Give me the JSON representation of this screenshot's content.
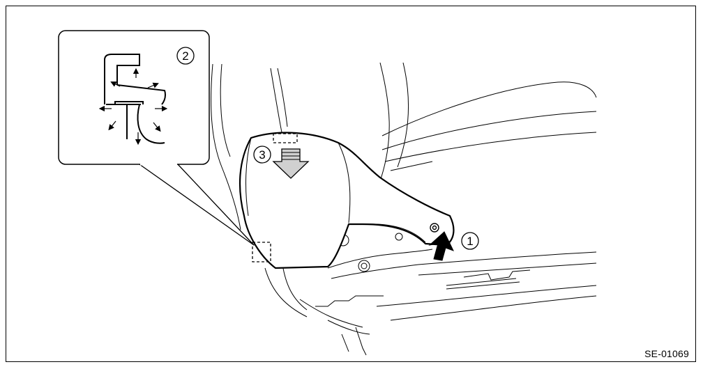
{
  "figure": {
    "reference_code": "SE-01069",
    "callouts": [
      {
        "id": "callout-1",
        "label": "1"
      },
      {
        "id": "callout-2",
        "label": "2"
      },
      {
        "id": "callout-3",
        "label": "3"
      }
    ],
    "colors": {
      "line": "#000000",
      "gray": "#b8b8b8",
      "background": "#ffffff"
    }
  }
}
